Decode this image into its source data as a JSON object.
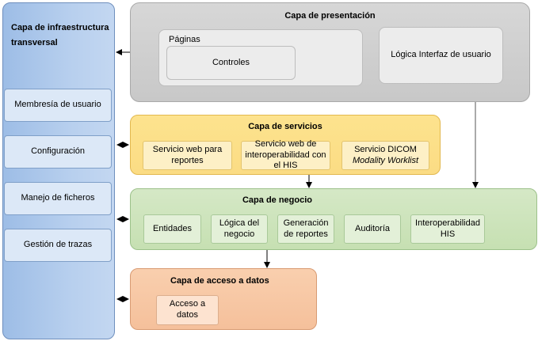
{
  "infra": {
    "title": "Capa de infraestructura transversal",
    "items": [
      {
        "label": "Membresía de usuario"
      },
      {
        "label": "Configuración"
      },
      {
        "label": "Manejo de ficheros"
      },
      {
        "label": "Gestión de trazas"
      }
    ]
  },
  "presentacion": {
    "title": "Capa de presentación",
    "paginas": "Páginas",
    "controles": "Controles",
    "logica_ui": "Lógica Interfaz de usuario"
  },
  "servicios": {
    "title": "Capa de servicios",
    "items": [
      {
        "label": "Servicio web para reportes"
      },
      {
        "label": "Servicio web de interoperabilidad con el HIS"
      }
    ],
    "dicom_line1": "Servicio DICOM",
    "dicom_line2": "Modality Worklist"
  },
  "negocio": {
    "title": "Capa de negocio",
    "items": [
      {
        "label": "Entidades"
      },
      {
        "label": "Lógica del negocio"
      },
      {
        "label": "Generación de reportes"
      },
      {
        "label": "Auditoría"
      },
      {
        "label": "Interoperabilidad HIS"
      }
    ]
  },
  "datos": {
    "title": "Capa de acceso a datos",
    "acceso": "Acceso a datos"
  },
  "colors": {
    "infra": "#b7cfee",
    "presentacion": "#c8c8c8",
    "servicios": "#fbdc84",
    "negocio": "#c6e0b2",
    "datos": "#f5c09b",
    "arrow": "#000000"
  }
}
